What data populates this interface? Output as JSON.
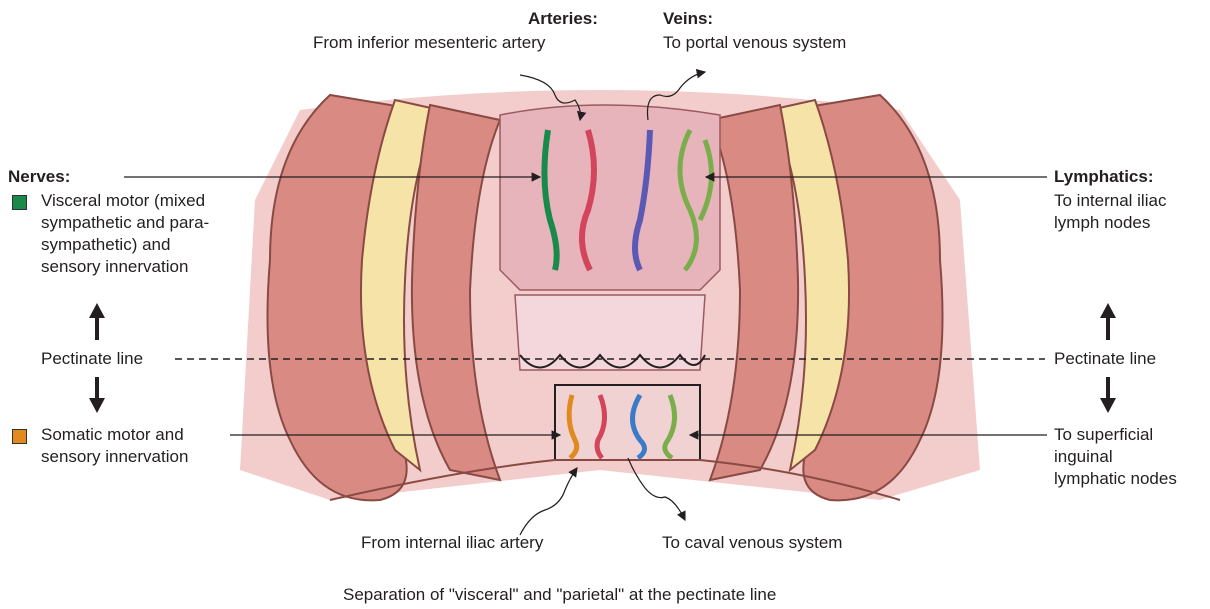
{
  "arteries": {
    "title": "Arteries:",
    "text": "From inferior mesenteric artery"
  },
  "veins": {
    "title": "Veins:",
    "text": "To portal venous system"
  },
  "nerves": {
    "title": "Nerves:",
    "visceral_lines": [
      "Visceral motor (mixed",
      "sympathetic and para-",
      "sympathetic) and",
      "sensory innervation"
    ],
    "somatic_lines": [
      "Somatic motor and",
      "sensory innervation"
    ]
  },
  "lymphatics": {
    "title": "Lymphatics:",
    "lines": [
      "To internal iliac",
      "lymph nodes"
    ]
  },
  "pectinate_left": "Pectinate line",
  "pectinate_right": "Pectinate line",
  "superficial_lines": [
    "To superficial",
    "inguinal",
    "lymphatic nodes"
  ],
  "internal_iliac": "From internal iliac artery",
  "caval": "To caval venous system",
  "caption": "Separation of \"visceral\" and \"parietal\" at the pectinate line",
  "colors": {
    "visceral": "#1a8a4a",
    "somatic": "#e08a20",
    "artery": "#d2455a",
    "vein": "#5a5ab4",
    "lymph": "#7aae4a"
  }
}
